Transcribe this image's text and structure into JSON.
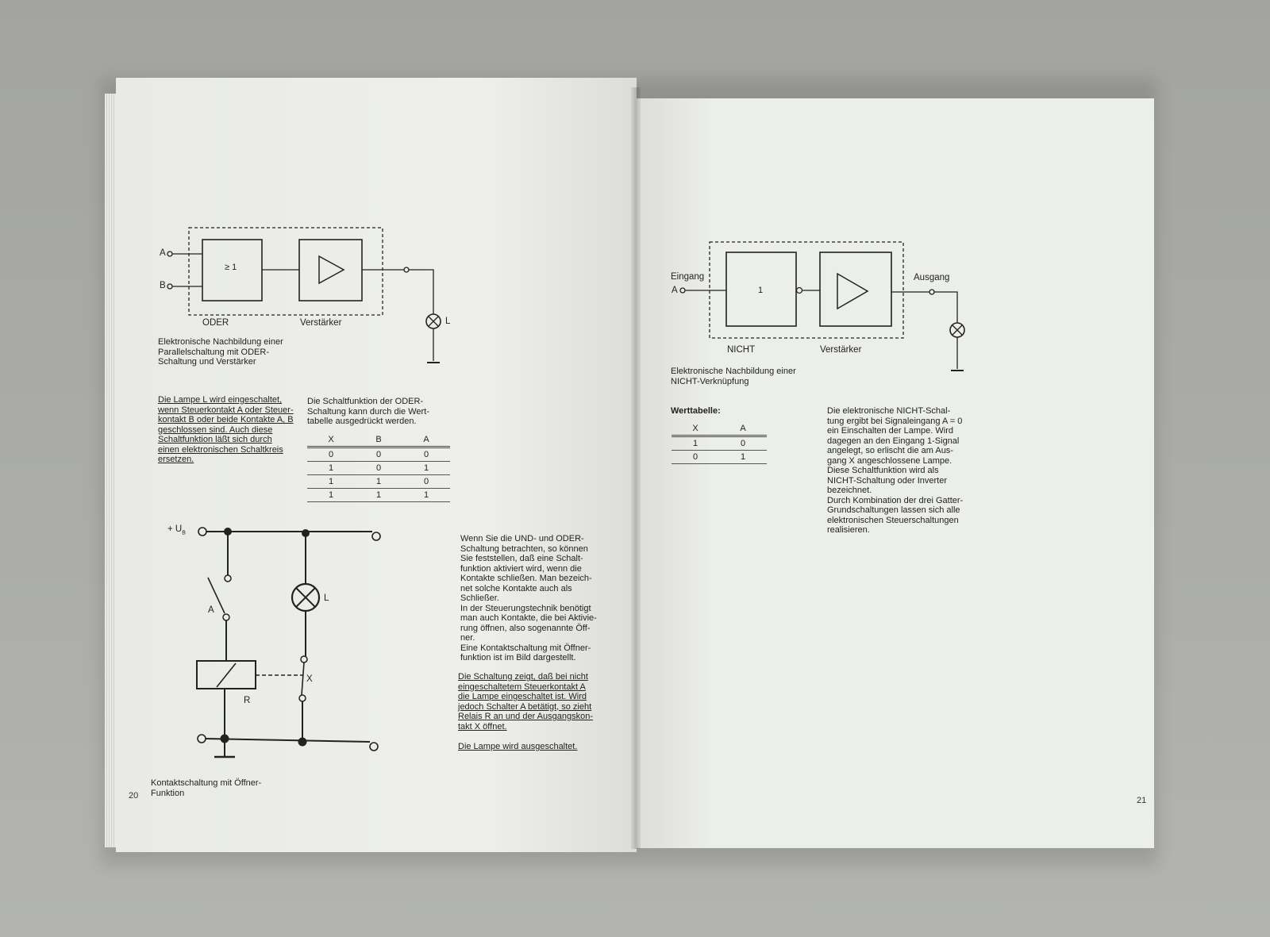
{
  "left_page": {
    "page_number": "20",
    "oder_diagram": {
      "input_a": "A",
      "input_b": "B",
      "gate_symbol": "≥ 1",
      "gate_label": "ODER",
      "amp_label": "Verstärker",
      "lamp_label": "L"
    },
    "oder_caption": "Elektronische Nachbildung einer\nParallelschaltung mit ODER-\nSchaltung und Verstärker",
    "oder_text_1": "Die Lampe L wird eingeschaltet,\nwenn Steuerkontakt A oder Steuer-\nkontakt B oder beide Kontakte A, B\ngeschlossen sind. Auch diese\nSchaltfunktion läßt sich durch\neinen elektronischen Schaltkreis\nersetzen.",
    "oder_text_2": "Die Schaltfunktion der ODER-\nSchaltung kann durch die Wert-\ntabelle ausgedrückt werden.",
    "oder_table": {
      "headers": [
        "X",
        "B",
        "A"
      ],
      "rows": [
        [
          "0",
          "0",
          "0"
        ],
        [
          "1",
          "0",
          "1"
        ],
        [
          "1",
          "1",
          "0"
        ],
        [
          "1",
          "1",
          "1"
        ]
      ]
    },
    "relay_diagram": {
      "supply_label": "+ U",
      "supply_sub": "B",
      "switch_a": "A",
      "lamp_label": "L",
      "relay_label": "R",
      "contact_x": "X"
    },
    "relay_caption": "Kontaktschaltung mit Öffner-\nFunktion",
    "relay_text_1": "Wenn Sie die UND- und ODER-\nSchaltung betrachten, so können\nSie feststellen, daß eine Schalt-\nfunktion aktiviert wird, wenn die\nKontakte schließen. Man bezeich-\nnet solche Kontakte auch als\nSchließer.\nIn der Steuerungstechnik benötigt\nman auch Kontakte, die bei Aktivie-\nrung öffnen, also sogenannte Öff-\nner.\nEine Kontaktschaltung mit Öffner-\nfunktion ist im Bild dargestellt.",
    "relay_text_2": "Die Schaltung zeigt, daß bei nicht\neingeschaltetem Steuerkontakt A\ndie Lampe eingeschaltet ist. Wird\njedoch Schalter A betätigt, so zieht\nRelais R an und der Ausgangskon-\ntakt X öffnet.",
    "relay_text_3": "Die Lampe wird ausgeschaltet."
  },
  "right_page": {
    "page_number": "21",
    "nicht_diagram": {
      "input_label": "Eingang",
      "input_a": "A",
      "gate_symbol": "1",
      "gate_label": "NICHT",
      "amp_label": "Verstärker",
      "output_label": "Ausgang"
    },
    "nicht_caption": "Elektronische Nachbildung einer\nNICHT-Verknüpfung",
    "table_title": "Werttabelle:",
    "nicht_table": {
      "headers": [
        "X",
        "A"
      ],
      "rows": [
        [
          "1",
          "0"
        ],
        [
          "0",
          "1"
        ]
      ]
    },
    "nicht_text": "Die elektronische NICHT-Schal-\ntung ergibt bei Signaleingang A = 0\nein Einschalten der Lampe. Wird\ndagegen an den Eingang 1-Signal\nangelegt, so erlischt die am Aus-\ngang X angeschlossene Lampe.\nDiese Schaltfunktion wird als\nNICHT-Schaltung oder Inverter\nbezeichnet.\nDurch Kombination der drei Gatter-\nGrundschaltungen lassen sich alle\nelektronischen Steuerschaltungen\nrealisieren."
  }
}
